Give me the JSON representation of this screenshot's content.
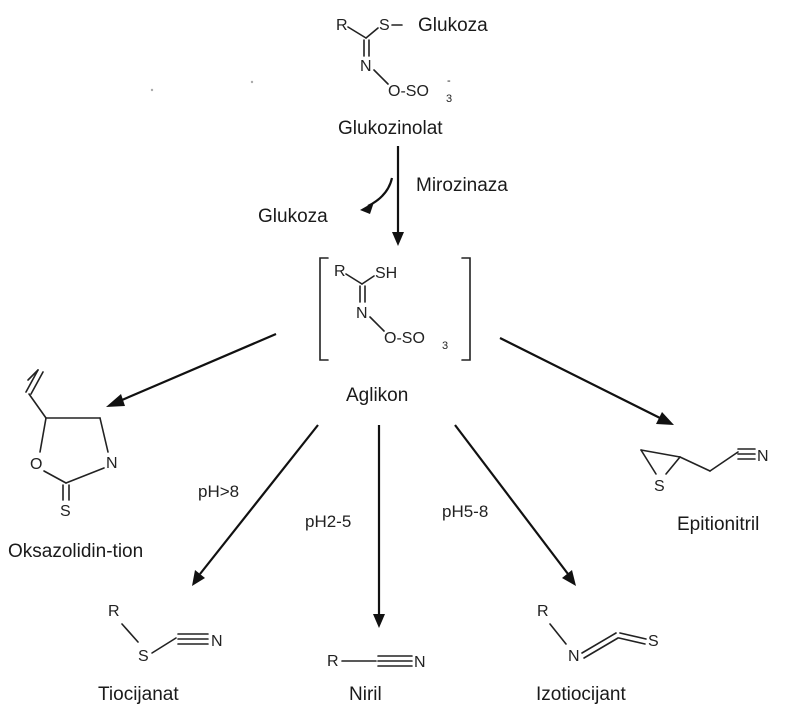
{
  "atoms": {
    "R": "R",
    "S": "S",
    "N": "N",
    "O": "O",
    "SH": "SH",
    "O_SO3": "O-SO",
    "sub3": "3",
    "minus": "-",
    "dash": "–"
  },
  "labels": {
    "glucose_top": "Glukoza",
    "glucosinolate": "Glukozinolat",
    "myrosinase": "Mirozinaza",
    "glucose_side": "Glukoza",
    "aglycone": "Aglikon",
    "oxazolidine": "Oksazolidin-tion",
    "epithionitrile": "Epitionitril",
    "thiocyanate": "Tiocijanat",
    "nitrile": "Niril",
    "isothiocyanate": "Izotiocijant"
  },
  "conditions": {
    "ph_high": "pH>8",
    "ph_low": "pH2-5",
    "ph_mid": "pH5-8"
  }
}
